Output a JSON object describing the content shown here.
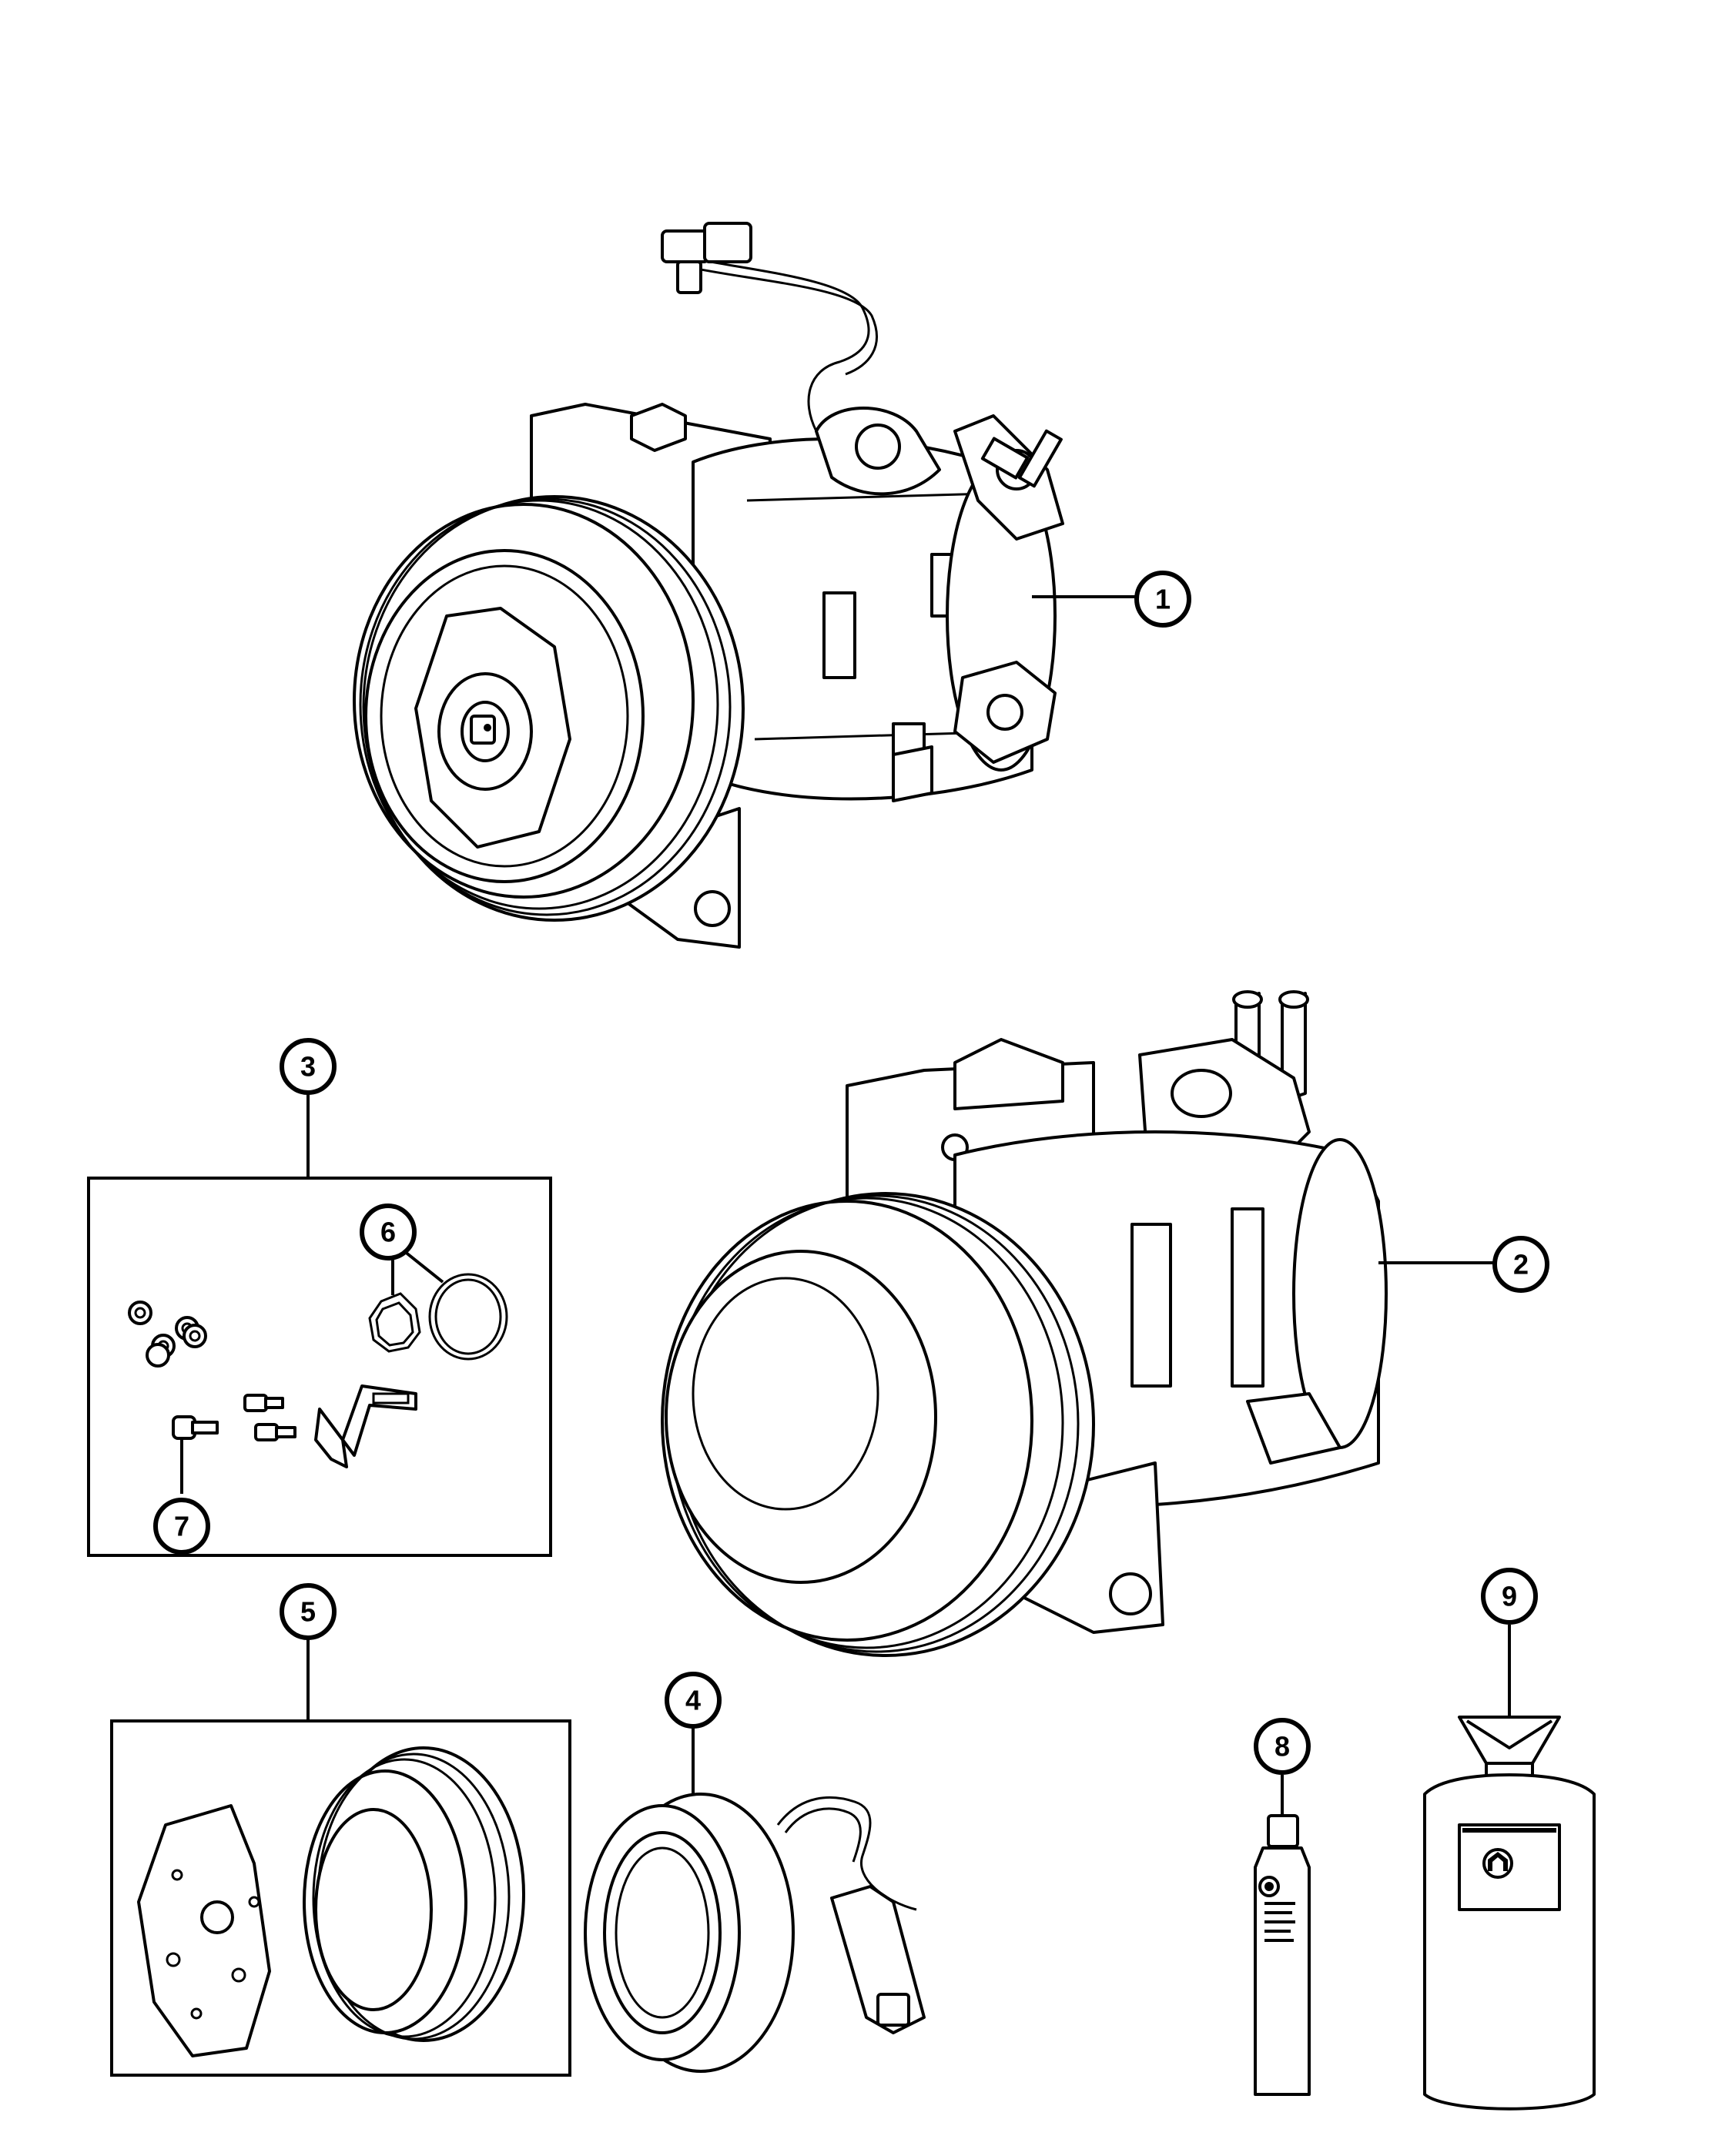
{
  "callouts": {
    "c1": "1",
    "c2": "2",
    "c3": "3",
    "c4": "4",
    "c5": "5",
    "c6": "6",
    "c7": "7",
    "c8": "8",
    "c9": "9"
  },
  "colors": {
    "line": "#000000",
    "background": "#ffffff"
  },
  "icons": {
    "oil-bottle": "oil-bottle-icon",
    "refrigerant-can": "refrigerant-can-icon"
  }
}
